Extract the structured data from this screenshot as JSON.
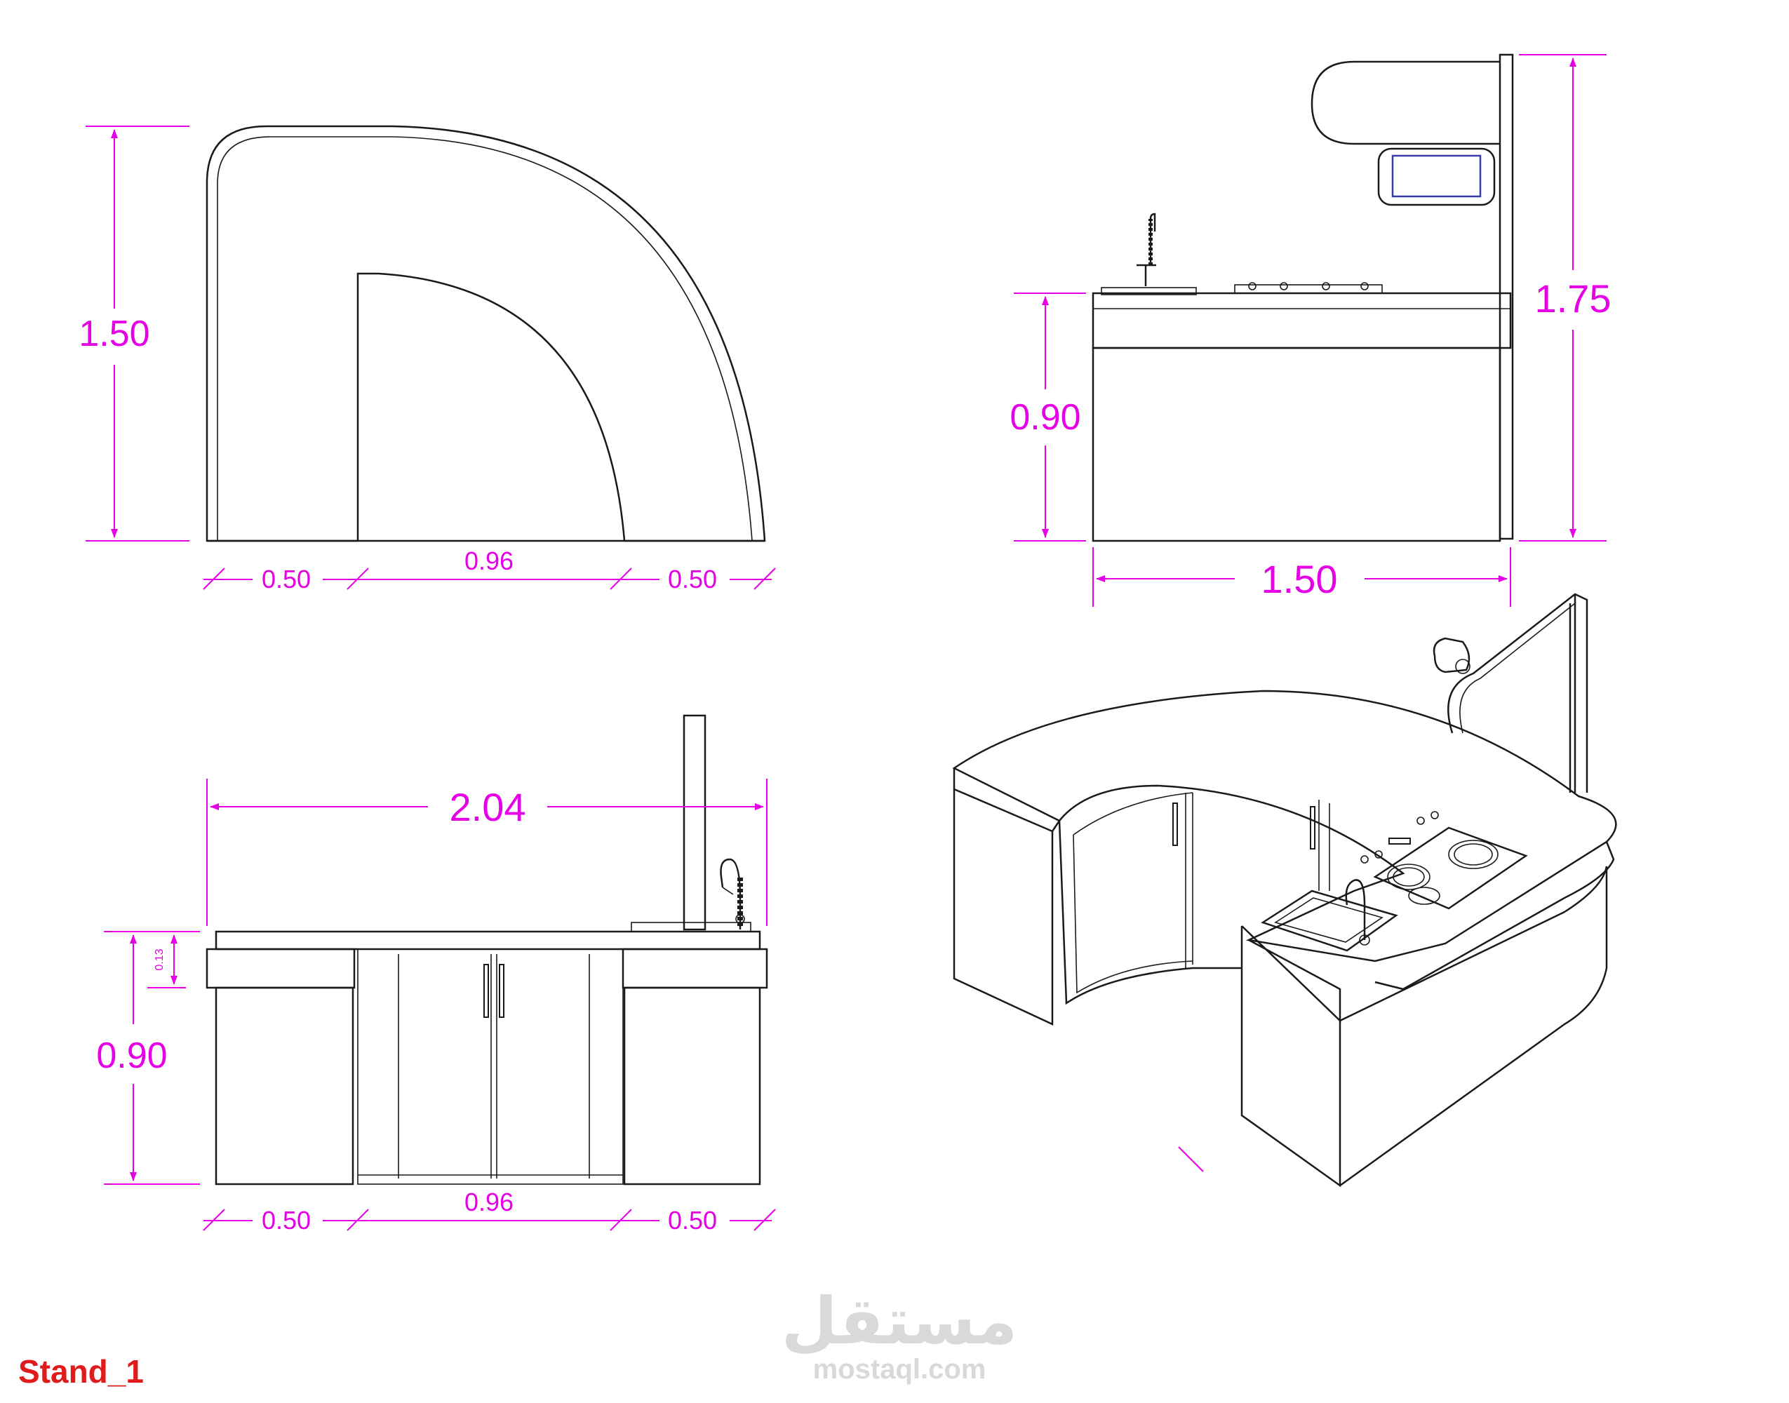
{
  "plan_view": {
    "height": "1.50",
    "width_left": "0.50",
    "width_middle": "0.96",
    "width_right": "0.50"
  },
  "side_view": {
    "counter_height": "0.90",
    "total_height": "1.75",
    "width": "1.50"
  },
  "front_view": {
    "total_width": "2.04",
    "counter_height": "0.90",
    "top_thickness": "0.13",
    "width_left": "0.50",
    "width_middle": "0.96",
    "width_right": "0.50"
  },
  "title": "Stand_1",
  "watermark": {
    "arabic": "مستقل",
    "latin": "mostaql.com"
  },
  "colors": {
    "dimension": "#e600e6",
    "title": "#e01b1b",
    "lines": "#1a1a1a",
    "watermark": "#d9d9d9"
  }
}
